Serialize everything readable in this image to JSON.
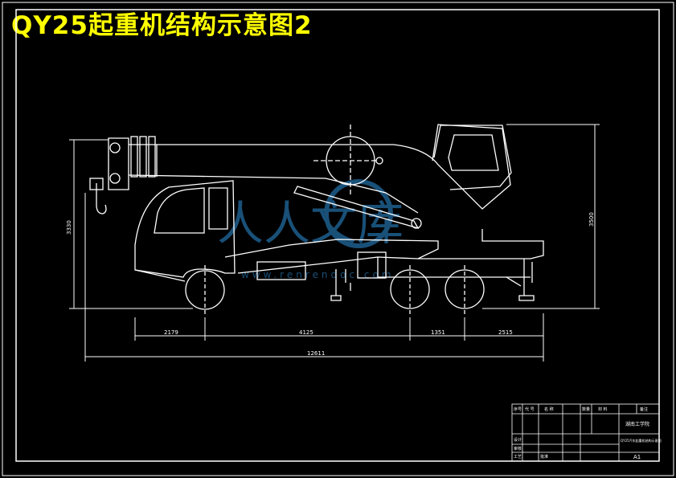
{
  "title": "QY25起重机结构示意图2",
  "colors": {
    "background": "#000000",
    "line": "#ffffff",
    "title": "#ffff00",
    "watermark": "#1e5e8e"
  },
  "watermark": {
    "text": "人人文库",
    "subtext": "www.renrendoc.com"
  },
  "dimensions": {
    "overall_length": "12611",
    "segment_1": "2179",
    "segment_2": "4125",
    "segment_3": "1351",
    "segment_4": "2515",
    "height_left": "3330",
    "height_right": "3500"
  },
  "title_block": {
    "headers": [
      "序号",
      "代 号",
      "名 称",
      "数量",
      "材 料",
      "备注"
    ],
    "company": "湖南工学院",
    "drawing_name": "QY25汽车起重机结构示意图",
    "sheet_size": "A1",
    "row_labels": [
      "设计",
      "审核",
      "工艺",
      "批准"
    ]
  }
}
